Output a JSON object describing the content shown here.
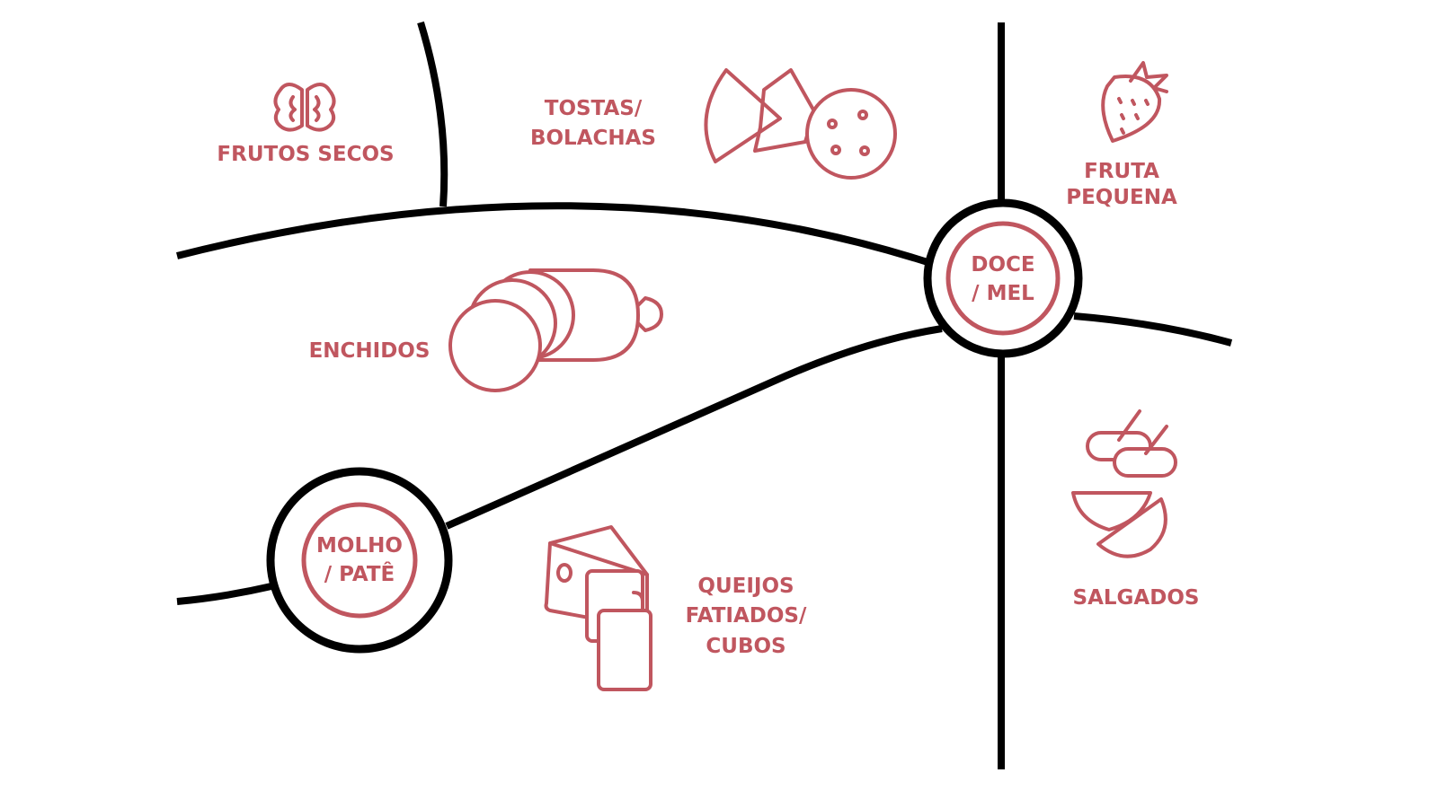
{
  "colors": {
    "accent": "#c0565f",
    "line": "#000000"
  },
  "hubs": {
    "doce": {
      "line1": "DOCE",
      "line2": "/ MEL"
    },
    "molho": {
      "line1": "MOLHO",
      "line2": "/ PATÊ"
    }
  },
  "categories": {
    "frutos_secos": {
      "label": "FRUTOS SECOS",
      "icon": "walnut-icon"
    },
    "tostas": {
      "line1": "TOSTAS/",
      "line2": "BOLACHAS",
      "icon": "crackers-icon"
    },
    "fruta": {
      "line1": "FRUTA",
      "line2": "PEQUENA",
      "icon": "strawberry-icon"
    },
    "enchidos": {
      "label": "ENCHIDOS",
      "icon": "sausage-icon"
    },
    "salgados": {
      "label": "SALGADOS",
      "icon": "olives-icon"
    },
    "queijos": {
      "line1": "QUEIJOS",
      "line2": "FATIADOS/",
      "line3": "CUBOS",
      "icon": "cheese-icon"
    }
  }
}
